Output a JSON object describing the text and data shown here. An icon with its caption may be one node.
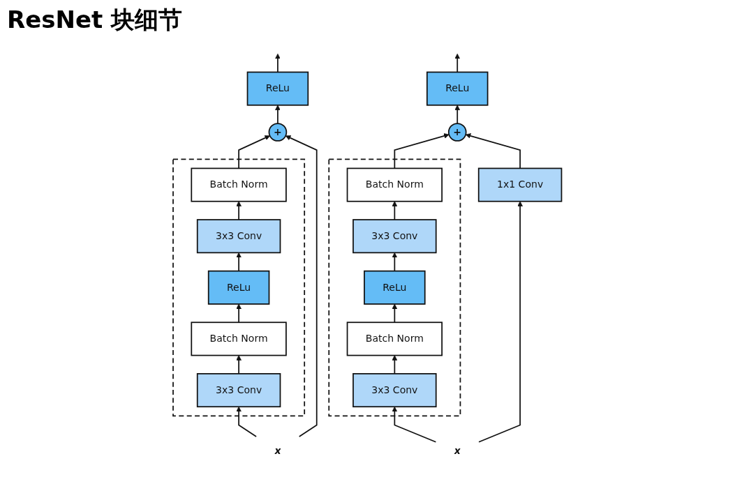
{
  "diagram": {
    "title": "ResNet 块细节",
    "nodes": [
      {
        "text": [
          "ReLu"
        ]
      },
      {
        "text": [
          "+"
        ]
      },
      {
        "text": [],
        "shape": "box"
      },
      {
        "text": [
          "Batch Norm"
        ],
        "in": 2
      },
      {
        "text": [
          "3x3 Conv"
        ],
        "in": 2
      },
      {
        "text": [
          "ReLu"
        ],
        "in": 2
      },
      {
        "text": [
          "Batch Norm"
        ],
        "in": 2
      },
      {
        "text": [
          "3x3 Conv"
        ],
        "in": 2
      },
      {
        "text": [
          "x"
        ]
      },
      {
        "text": [
          "ReLu"
        ]
      },
      {
        "text": [
          "+"
        ]
      },
      {
        "text": [],
        "shape": "box"
      },
      {
        "text": [
          "Batch Norm"
        ],
        "in": 11
      },
      {
        "text": [
          "3x3 Conv"
        ],
        "in": 11
      },
      {
        "text": [
          "ReLu"
        ],
        "in": 11
      },
      {
        "text": [
          "Batch Norm"
        ],
        "in": 11
      },
      {
        "text": [
          "3x3 Conv"
        ],
        "in": 11
      },
      {
        "text": [
          "1x1 Conv"
        ]
      },
      {
        "text": [
          "x"
        ]
      }
    ],
    "edges": [
      {
        "from": 8,
        "to": 7,
        "arrow": "to"
      },
      {
        "from": 7,
        "to": 6,
        "arrow": "to"
      },
      {
        "from": 6,
        "to": 5,
        "arrow": "to"
      },
      {
        "from": 5,
        "to": 4,
        "arrow": "to"
      },
      {
        "from": 4,
        "to": 3,
        "arrow": "to"
      },
      {
        "from": 3,
        "to": 1,
        "arrow": "to"
      },
      {
        "from": 8,
        "to": 1,
        "arrow": "to"
      },
      {
        "from": 1,
        "to": 0,
        "arrow": "to"
      },
      {
        "from": 0,
        "to": null,
        "arrow": "to"
      },
      {
        "from": 18,
        "to": 16,
        "arrow": "to"
      },
      {
        "from": 16,
        "to": 15,
        "arrow": "to"
      },
      {
        "from": 15,
        "to": 14,
        "arrow": "to"
      },
      {
        "from": 14,
        "to": 13,
        "arrow": "to"
      },
      {
        "from": 13,
        "to": 12,
        "arrow": "to"
      },
      {
        "from": 12,
        "to": 10,
        "arrow": "to"
      },
      {
        "from": 18,
        "to": 17,
        "arrow": "to"
      },
      {
        "from": 17,
        "to": 10,
        "arrow": "to"
      },
      {
        "from": 10,
        "to": 9,
        "arrow": "to"
      },
      {
        "from": 9,
        "to": null,
        "arrow": "to"
      }
    ]
  }
}
